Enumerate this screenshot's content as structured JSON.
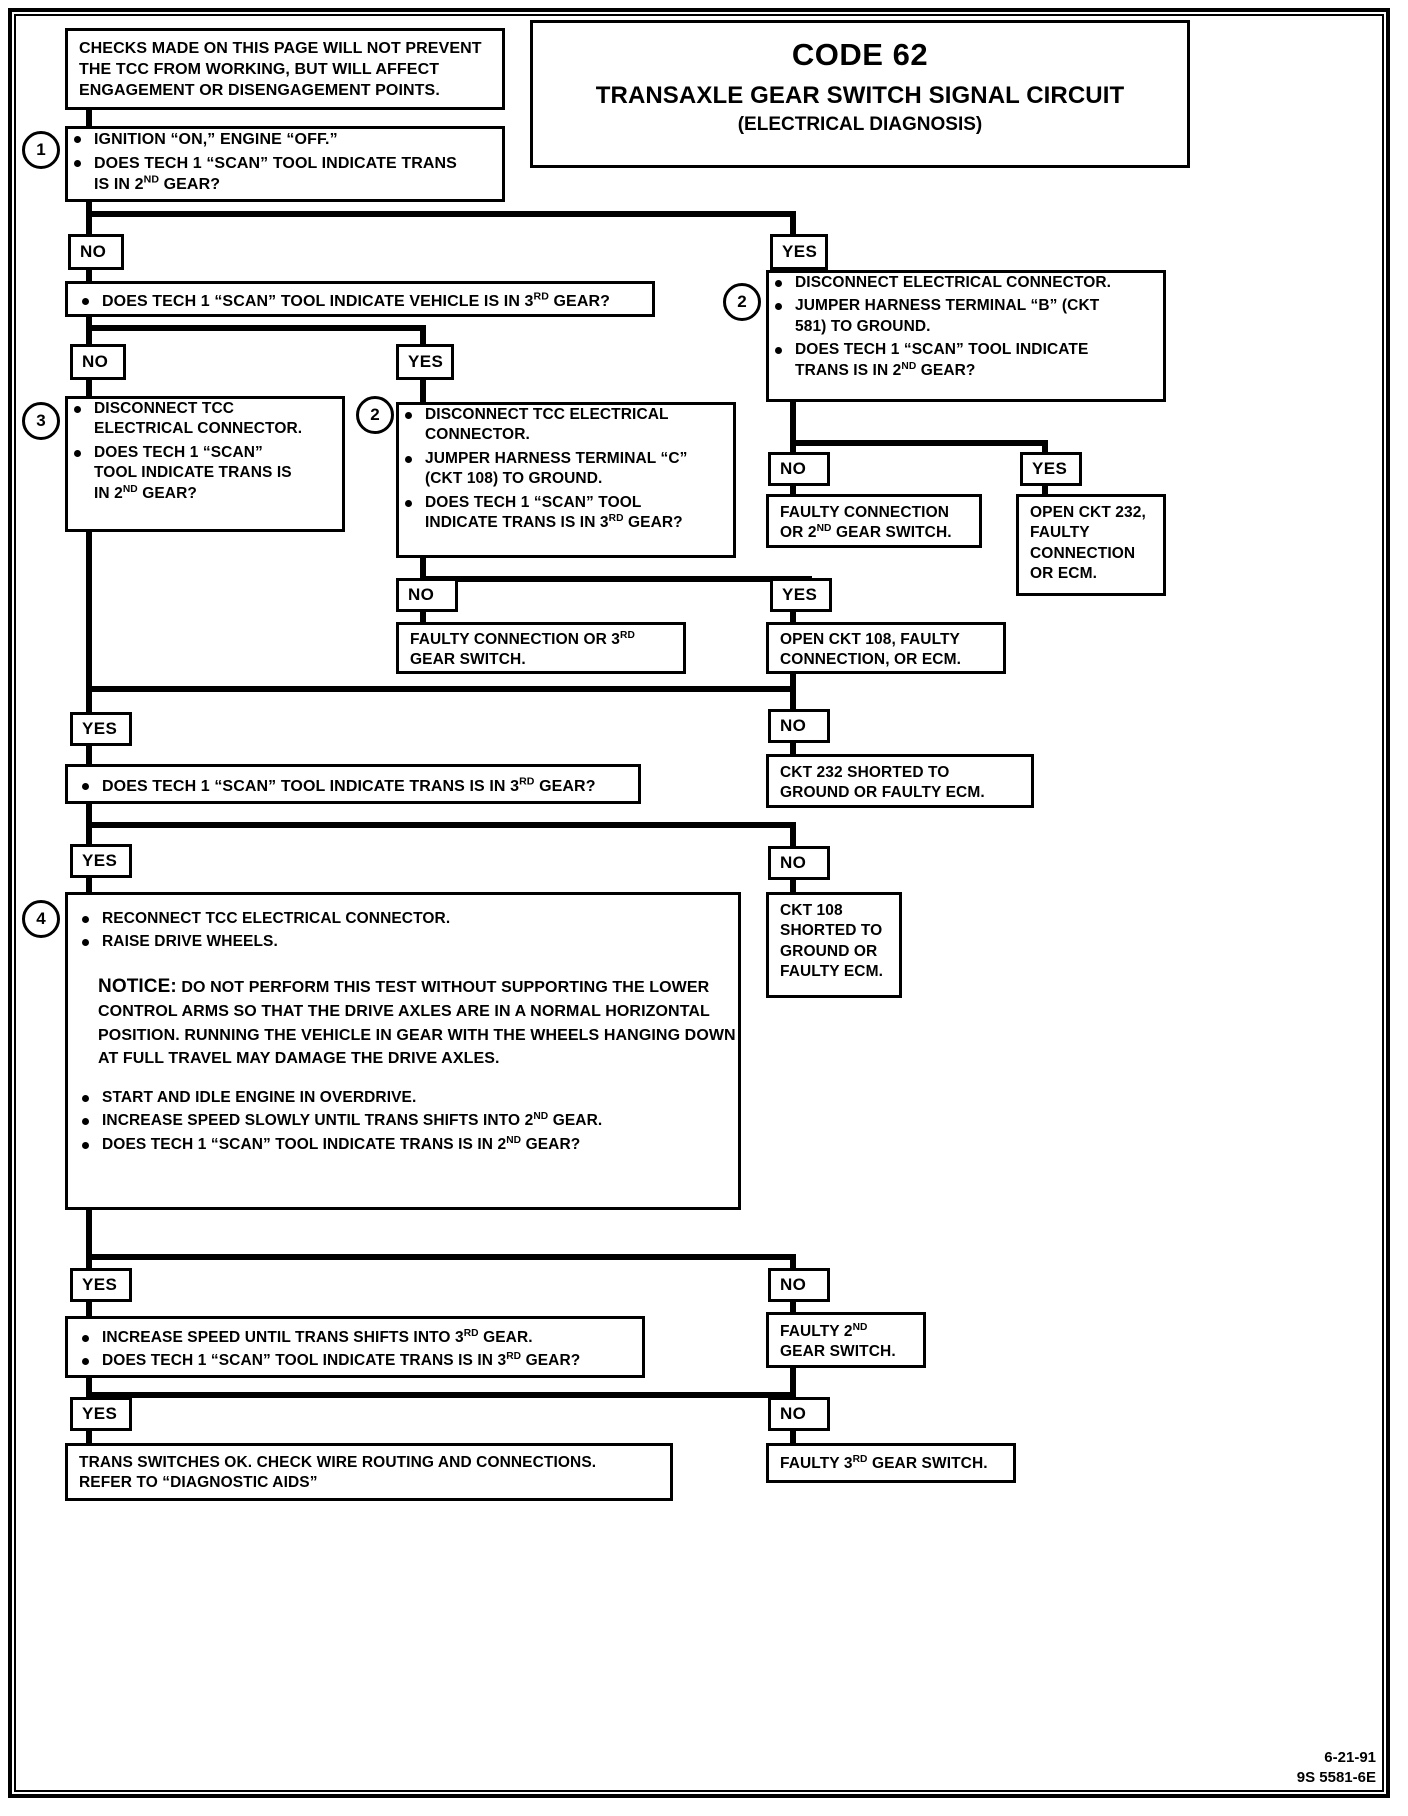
{
  "title": {
    "code": "CODE 62",
    "main": "TRANSAXLE GEAR SWITCH SIGNAL CIRCUIT",
    "sub": "(ELECTRICAL DIAGNOSIS)"
  },
  "note_box": {
    "line1": "CHECKS MADE ON THIS PAGE WILL NOT PREVENT",
    "line2": "THE TCC FROM WORKING, BUT WILL AFFECT",
    "line3": "ENGAGEMENT OR DISENGAGEMENT POINTS."
  },
  "steps": {
    "s1": "1",
    "s2a": "2",
    "s2b": "2",
    "s3": "3",
    "s4": "4"
  },
  "labels": {
    "yes": "YES",
    "no": "NO"
  },
  "box1": {
    "b1": "IGNITION “ON,” ENGINE “OFF.”",
    "b2_a": "DOES TECH 1 “SCAN” TOOL INDICATE TRANS",
    "b2_b": "IS IN 2",
    "b2_sup": "ND",
    "b2_c": " GEAR?"
  },
  "box_3rd_check": {
    "b1_a": "DOES TECH 1 “SCAN” TOOL INDICATE VEHICLE IS IN 3",
    "b1_sup": "RD",
    "b1_b": " GEAR?"
  },
  "box2_right": {
    "b1": "DISCONNECT ELECTRICAL CONNECTOR.",
    "b2_a": "JUMPER HARNESS TERMINAL “B” (CKT",
    "b2_b": "581) TO GROUND.",
    "b3_a": "DOES TECH 1 “SCAN” TOOL INDICATE",
    "b3_b": "TRANS IS IN 2",
    "b3_sup": "ND",
    "b3_c": " GEAR?"
  },
  "box3_left": {
    "b1_a": "DISCONNECT TCC",
    "b1_b": "ELECTRICAL CONNECTOR.",
    "b2_a": "DOES TECH 1 “SCAN”",
    "b2_b": "TOOL INDICATE TRANS IS",
    "b2_c": "IN 2",
    "b2_sup": "ND",
    "b2_d": " GEAR?"
  },
  "box2_mid": {
    "b1_a": "DISCONNECT TCC ELECTRICAL",
    "b1_b": "CONNECTOR.",
    "b2_a": "JUMPER HARNESS TERMINAL “C”",
    "b2_b": "(CKT 108) TO GROUND.",
    "b3_a": "DOES TECH 1 “SCAN” TOOL",
    "b3_b": "INDICATE TRANS IS IN 3",
    "b3_sup": "RD",
    "b3_c": " GEAR?"
  },
  "result_faulty_conn_2nd": {
    "l1": "FAULTY CONNECTION",
    "l2_a": "OR 2",
    "l2_sup": "ND",
    "l2_b": " GEAR SWITCH."
  },
  "result_open_232": {
    "l1": "OPEN CKT 232,",
    "l2": "FAULTY",
    "l3": "CONNECTION",
    "l4": "OR ECM."
  },
  "result_faulty_conn_3rd": {
    "l1_a": "FAULTY CONNECTION OR 3",
    "l1_sup": "RD",
    "l1_b": "",
    "l2": "GEAR SWITCH."
  },
  "result_open_108": {
    "l1": "OPEN CKT 108, FAULTY",
    "l2": "CONNECTION, OR ECM."
  },
  "result_ckt232_short": {
    "l1": "CKT 232 SHORTED TO",
    "l2": "GROUND OR FAULTY ECM."
  },
  "result_ckt108_short": {
    "l1": "CKT 108",
    "l2": "SHORTED TO",
    "l3": "GROUND OR",
    "l4": "FAULTY ECM."
  },
  "box_3rd_q2": {
    "b1_a": "DOES TECH 1 “SCAN” TOOL INDICATE TRANS IS IN 3",
    "b1_sup": "RD",
    "b1_b": " GEAR?"
  },
  "box4": {
    "b1": "RECONNECT TCC ELECTRICAL CONNECTOR.",
    "b2": "RAISE DRIVE WHEELS.",
    "notice_label": "NOTICE:",
    "notice_text": "DO NOT PERFORM THIS TEST WITHOUT SUPPORTING THE LOWER CONTROL ARMS SO THAT THE DRIVE AXLES ARE IN A NORMAL HORIZONTAL POSITION. RUNNING THE VEHICLE IN GEAR WITH THE WHEELS HANGING DOWN AT FULL TRAVEL MAY DAMAGE THE DRIVE AXLES.",
    "b3": "START AND IDLE ENGINE IN OVERDRIVE.",
    "b4_a": "INCREASE SPEED SLOWLY UNTIL TRANS SHIFTS INTO 2",
    "b4_sup": "ND",
    "b4_b": " GEAR.",
    "b5_a": "DOES TECH 1 “SCAN”  TOOL INDICATE TRANS IS IN 2",
    "b5_sup": "ND",
    "b5_b": " GEAR?"
  },
  "result_faulty_2nd_switch": {
    "l1_a": "FAULTY 2",
    "l1_sup": "ND",
    "l2": "GEAR SWITCH."
  },
  "box_speed_3rd": {
    "b1_a": "INCREASE SPEED UNTIL TRANS SHIFTS INTO 3",
    "b1_sup": "RD",
    "b1_b": " GEAR.",
    "b2_a": "DOES TECH 1 “SCAN” TOOL INDICATE TRANS IS IN 3",
    "b2_sup": "RD",
    "b2_b": " GEAR?"
  },
  "result_faulty_3rd_switch": {
    "l1_a": "FAULTY 3",
    "l1_sup": "RD",
    "l1_b": " GEAR SWITCH."
  },
  "result_ok": {
    "l1": "TRANS SWITCHES OK.  CHECK WIRE ROUTING AND CONNECTIONS.",
    "l2": "REFER TO “DIAGNOSTIC AIDS”"
  },
  "footer": {
    "date": "6-21-91",
    "doc": "9S 5581-6E"
  }
}
